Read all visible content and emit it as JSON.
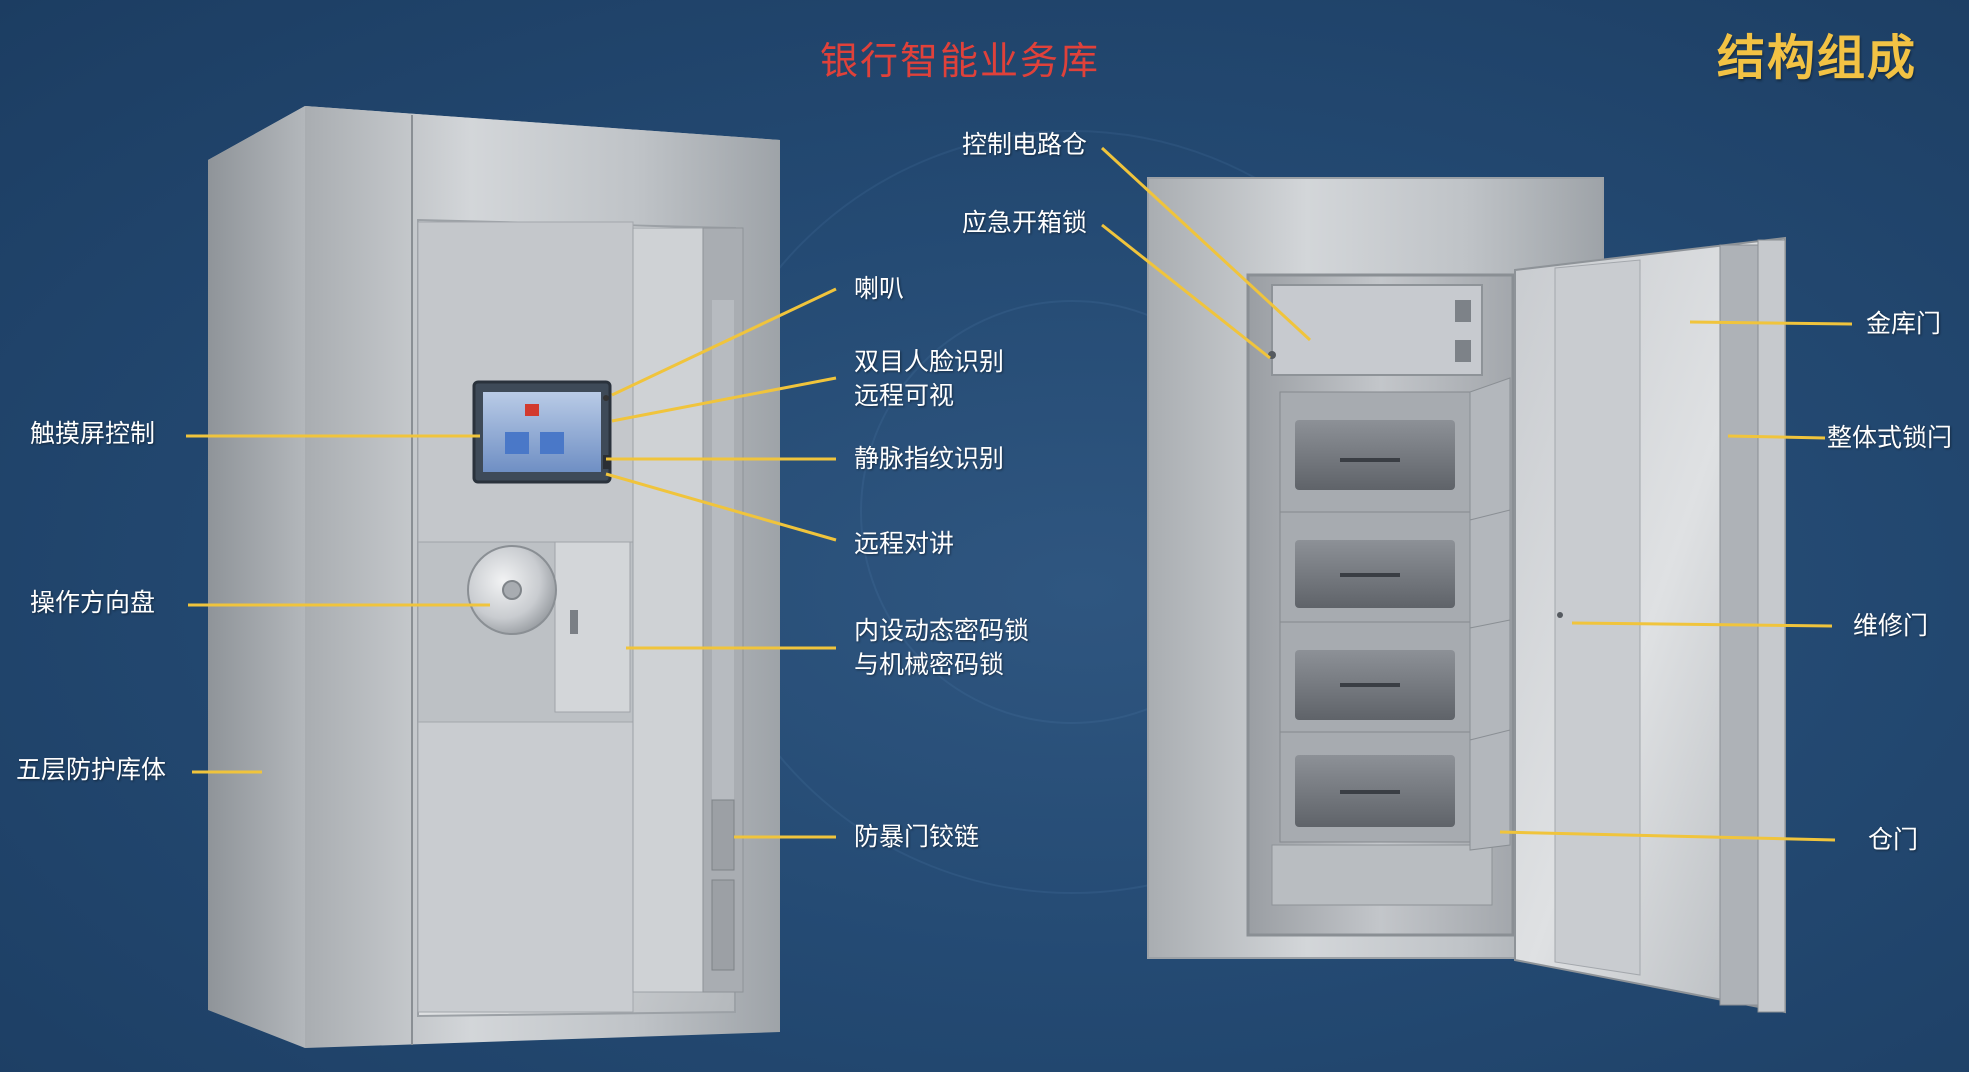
{
  "header": {
    "product_title": "银行智能业务库",
    "section_title": "结构组成"
  },
  "left_labels": {
    "touchscreen": "触摸屏控制",
    "steering_wheel": "操作方向盘",
    "vault_body": "五层防护库体"
  },
  "middle_labels": {
    "speaker": "喇叭",
    "face_recognition_line1": "双目人脸识别",
    "face_recognition_line2": "远程可视",
    "vein_fingerprint": "静脉指纹识别",
    "intercom": "远程对讲",
    "combination_lock_line1": "内设动态密码锁",
    "combination_lock_line2": "与机械密码锁",
    "hinge": "防暴门铰链"
  },
  "right_top_labels": {
    "control_circuit": "控制电路仓",
    "emergency_lock": "应急开箱锁"
  },
  "right_labels": {
    "vault_door": "金库门",
    "integrated_lock": "整体式锁闩",
    "maintenance_door": "维修门",
    "compartment_door": "仓门"
  },
  "colors": {
    "background": "#244a73",
    "title_red": "#e0413a",
    "title_gold": "#f2c244",
    "callout_line": "#f0c43c",
    "label_text": "#ffffff"
  }
}
